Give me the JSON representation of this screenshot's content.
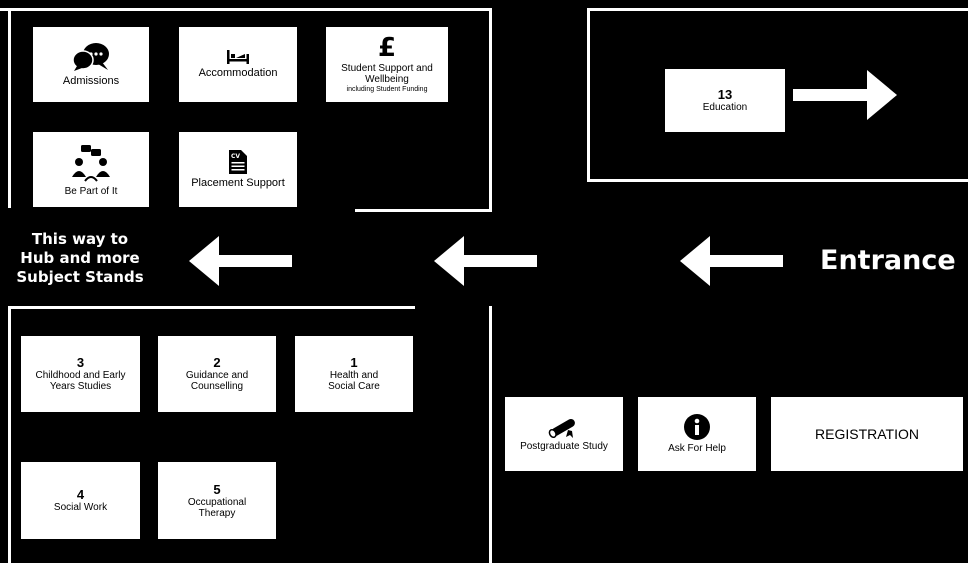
{
  "stands_top_left": [
    {
      "label": "Admissions",
      "icon": "speech-bubbles-icon"
    },
    {
      "label": "Accommodation",
      "icon": "bed-icon"
    },
    {
      "icon": "pound-sign-icon",
      "label": "Student Support and Wellbeing",
      "sublabel": "including Student Funding"
    },
    {
      "label": "Be Part of It",
      "icon": "people-chat-icon"
    },
    {
      "label": "Placement Support",
      "icon": "cv-document-icon"
    }
  ],
  "stand_education": {
    "number": "13",
    "label": "Education"
  },
  "wayfinding": {
    "left_line1": "This way to",
    "left_line2": "Hub and more",
    "left_line3": "Subject Stands",
    "entrance": "Entrance"
  },
  "stands_bottom_left": [
    {
      "number": "3",
      "label_line1": "Childhood and Early",
      "label_line2": "Years Studies"
    },
    {
      "number": "2",
      "label_line1": "Guidance and",
      "label_line2": "Counselling"
    },
    {
      "number": "1",
      "label_line1": "Health and",
      "label_line2": "Social Care"
    },
    {
      "number": "4",
      "label_line1": "Social Work",
      "label_line2": ""
    },
    {
      "number": "5",
      "label_line1": "Occupational",
      "label_line2": "Therapy"
    }
  ],
  "stands_right": [
    {
      "label": "Postgraduate Study",
      "icon": "diploma-icon"
    },
    {
      "label": "Ask For Help",
      "icon": "info-icon"
    },
    {
      "label": "REGISTRATION"
    }
  ]
}
